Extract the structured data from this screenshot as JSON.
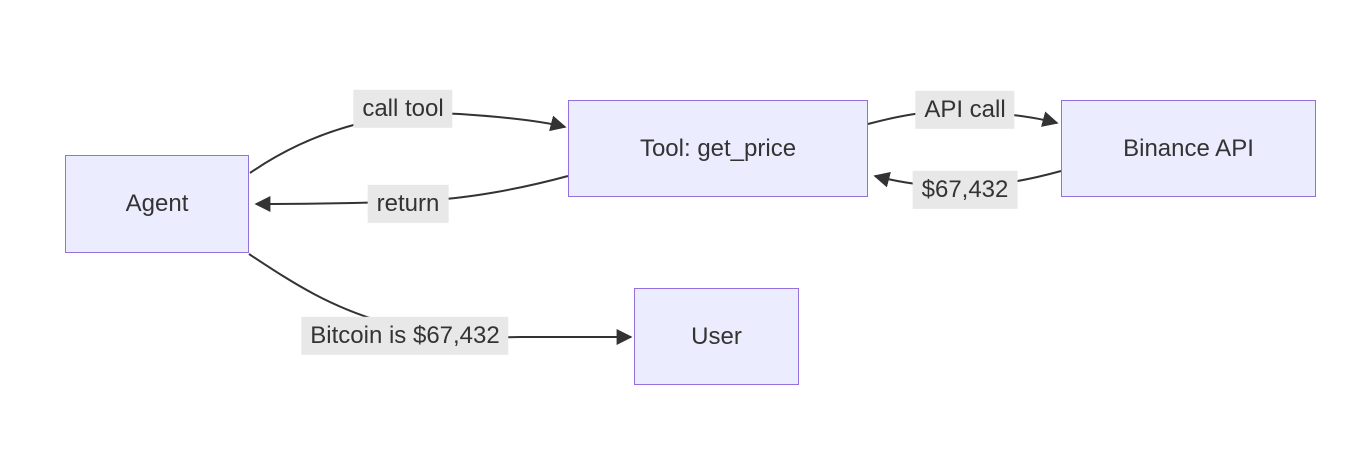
{
  "diagram": {
    "type": "flowchart",
    "direction": "left-to-right",
    "nodes": [
      {
        "id": "agent",
        "label": "Agent"
      },
      {
        "id": "tool",
        "label": "Tool: get_price"
      },
      {
        "id": "binance",
        "label": "Binance API"
      },
      {
        "id": "user",
        "label": "User"
      }
    ],
    "edges": [
      {
        "from": "agent",
        "to": "tool",
        "label": "call tool"
      },
      {
        "from": "tool",
        "to": "agent",
        "label": "return"
      },
      {
        "from": "tool",
        "to": "binance",
        "label": "API call"
      },
      {
        "from": "binance",
        "to": "tool",
        "label": "$67,432"
      },
      {
        "from": "agent",
        "to": "user",
        "label": "Bitcoin is $67,432"
      }
    ]
  },
  "colors": {
    "node-fill": "#ECECFF",
    "node-border": "#9370DB",
    "edge-stroke": "#333333",
    "label-bg": "#e8e8e8",
    "text": "#333333",
    "background": "#ffffff"
  }
}
